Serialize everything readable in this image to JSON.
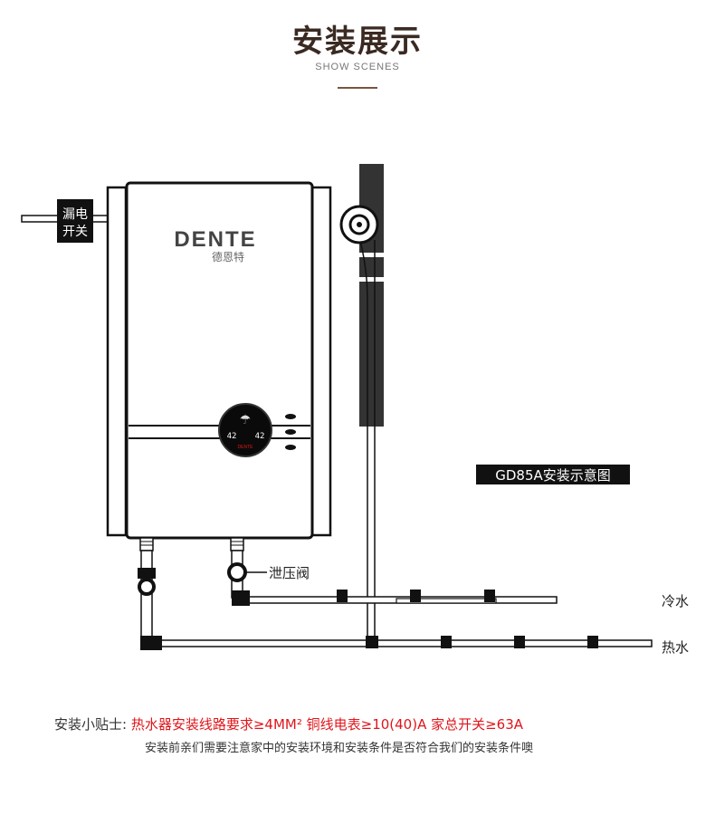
{
  "header": {
    "title": "安装展示",
    "subtitle": "SHOW SCENES"
  },
  "diagram": {
    "brand_logo": "DENTE",
    "brand_cn": "德恩特",
    "display_left": "42",
    "display_right": "42",
    "display_brand": "DENTE",
    "breaker_label_line1": "漏电",
    "breaker_label_line2": "开关",
    "valve_label": "泄压阀",
    "cold_label": "冷水",
    "hot_label": "热水",
    "model_caption": "GD85A安装示意图"
  },
  "tips": {
    "prefix": "安装小贴士:",
    "requirements": "热水器安装线路要求≥4MM²  铜线电表≥10(40)A 家总开关≥63A",
    "note": "安装前亲们需要注意家中的安装环境和安装条件是否符合我们的安装条件噢"
  },
  "colors": {
    "title": "#3a2a22",
    "accent_rule": "#7a5540",
    "warning_red": "#e0151b",
    "dark": "#111111"
  }
}
